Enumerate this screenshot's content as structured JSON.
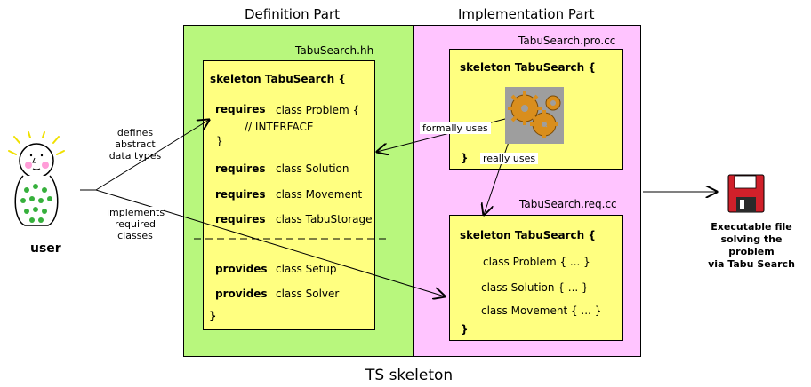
{
  "header": {
    "definition_title": "Definition Part",
    "implementation_title": "Implementation Part"
  },
  "definition": {
    "file": "TabuSearch.hh",
    "skeleton_title": "skeleton TabuSearch {",
    "requires_kw": "requires",
    "provides_kw": "provides",
    "problem": "class Problem {",
    "interface_comment": "// INTERFACE",
    "inner_close": "}",
    "solution": "class Solution",
    "movement": "class Movement",
    "tabu_storage": "class TabuStorage",
    "setup": "class Setup",
    "solver": "class Solver",
    "close": "}"
  },
  "implementation": {
    "pro_file": "TabuSearch.pro.cc",
    "pro_title": "skeleton TabuSearch {",
    "pro_close": "}",
    "req_file": "TabuSearch.req.cc",
    "req_title": "skeleton TabuSearch {",
    "req_problem": "class Problem { ... }",
    "req_solution": "class Solution { ... }",
    "req_movement": "class Movement { ... }",
    "req_close": "}"
  },
  "labels": {
    "formally_uses": "formally uses",
    "really_uses": "really uses",
    "defines": [
      "defines",
      "abstract",
      "data types"
    ],
    "implements": [
      "implements",
      "required",
      "classes"
    ],
    "user": "user",
    "executable": [
      "Executable file",
      "solving the problem",
      "via Tabu Search"
    ]
  },
  "footer": {
    "caption": "TS skeleton"
  },
  "colors": {
    "definition_bg": "#b8f77d",
    "implementation_bg": "#ffc4ff",
    "box_bg": "#ffff80"
  },
  "icons": [
    "user-doodle-icon",
    "gears-image-icon",
    "floppy-disk-icon"
  ]
}
